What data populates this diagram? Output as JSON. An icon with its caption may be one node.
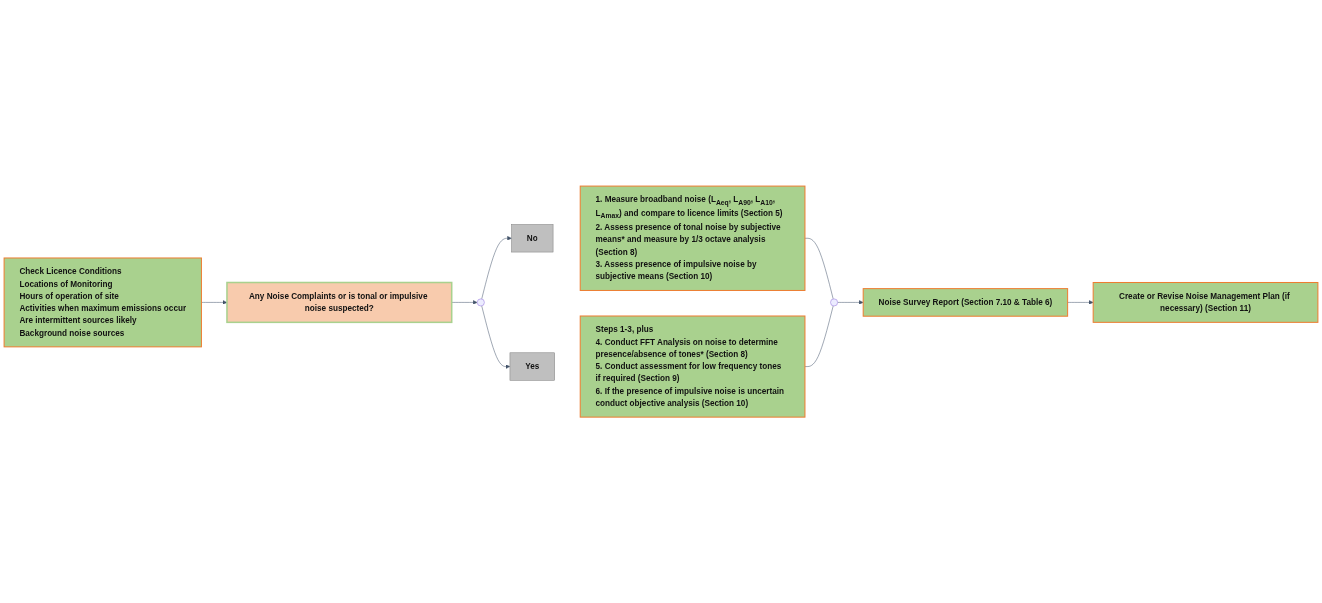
{
  "diagram": {
    "nodes": [
      {
        "text": [
          "Check Licence Conditions",
          "Locations of Monitoring",
          "Hours of operation of site",
          "Activities when maximum emissions occur",
          "Are intermittent sources likely",
          "Background noise sources"
        ]
      },
      {
        "text": [
          "Any Noise Complaints or is tonal or impulsive noise suspected?"
        ]
      },
      {
        "text": [],
        "shape": "circle"
      },
      {
        "text": [
          "No"
        ]
      },
      {
        "text": [
          "1. Measure broadband noise (L$_{Aeq}$, L$_{A90}$, L$_{A10}$, L$_{Amax}$) and compare to licence limits (Section 5)",
          "2. Assess presence of tonal noise by subjective means* and measure by 1/3 octave analysis (Section 8)",
          "3. Assess presence of impulsive noise by subjective means (Section 10)"
        ]
      },
      {
        "text": [
          "Yes"
        ]
      },
      {
        "text": [
          "Steps 1-3, plus",
          "4. Conduct FFT Analysis on noise to determine presence/absence of tones* (Section 8)",
          "5. Conduct assessment for low frequency tones if required (Section 9)",
          "6. If the presence of impulsive noise is uncertain conduct objective analysis (Section 10)"
        ]
      },
      {
        "text": [],
        "shape": "circle"
      },
      {
        "text": [
          "Noise Survey Report (Section 7.10 & Table 6)"
        ]
      },
      {
        "text": [
          "Create or Revise Noise Management Plan (if necessary) (Section 11)"
        ]
      }
    ],
    "edges": [
      {
        "from": 0,
        "to": 1,
        "arrow": "to"
      },
      {
        "from": 1,
        "to": 2,
        "arrow": "to"
      },
      {
        "from": 2,
        "to": 3,
        "arrow": "to"
      },
      {
        "from": 2,
        "to": 5,
        "arrow": "to"
      },
      {
        "from": 4,
        "to": 7,
        "arrow": "none"
      },
      {
        "from": 6,
        "to": 7,
        "arrow": "none"
      },
      {
        "from": 7,
        "to": 8,
        "arrow": "to"
      },
      {
        "from": 8,
        "to": 9,
        "arrow": "to"
      }
    ]
  }
}
